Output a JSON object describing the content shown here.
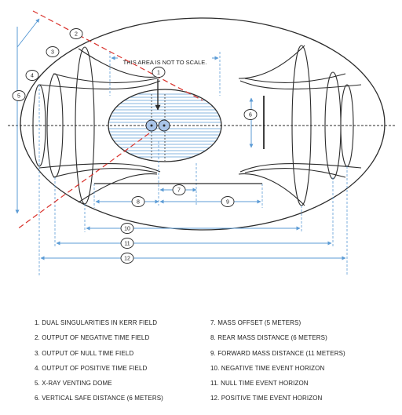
{
  "diagram": {
    "scale_note": "THIS AREA IS NOT TO SCALE.",
    "callouts": [
      "1",
      "2",
      "3",
      "4",
      "5",
      "6",
      "7",
      "8",
      "9",
      "10",
      "11",
      "12"
    ]
  },
  "legend": {
    "left": [
      "1. DUAL SINGULARITIES IN KERR FIELD",
      "2. OUTPUT OF NEGATIVE TIME FIELD",
      "3. OUTPUT OF NULL TIME FIELD",
      "4. OUTPUT OF POSITIVE TIME FIELD",
      "5. X-RAY VENTING DOME",
      "6. VERTICAL SAFE DISTANCE (6 METERS)"
    ],
    "right": [
      "7. MASS OFFSET (5 METERS)",
      "8. REAR MASS DISTANCE (6 METERS)",
      "9. FORWARD MASS DISTANCE (11 METERS)",
      "10. NEGATIVE TIME EVENT HORIZON",
      "11. NULL TIME EVENT HORIZON",
      "12. POSITIVE TIME EVENT HORIZON"
    ]
  },
  "colors": {
    "line": "#2b2b2b",
    "dimension": "#5b9bd5",
    "dashed_red": "#d9312b",
    "singularity_fill": "#a9c4e8"
  }
}
